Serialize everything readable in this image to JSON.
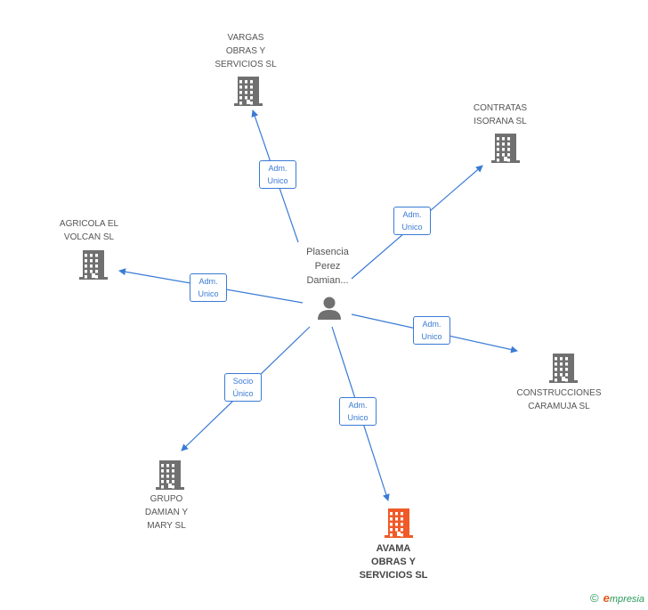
{
  "center": {
    "name": "Plasencia\nPerez\nDamian...",
    "icon": "person-icon"
  },
  "companies": [
    {
      "id": "vargas",
      "name": "VARGAS\nOBRAS Y\nSERVICIOS SL",
      "highlight": false,
      "icon": "building-icon"
    },
    {
      "id": "contratas",
      "name": "CONTRATAS\nISORANA SL",
      "highlight": false,
      "icon": "building-icon"
    },
    {
      "id": "agricola",
      "name": "AGRICOLA EL\nVOLCAN SL",
      "highlight": false,
      "icon": "building-icon"
    },
    {
      "id": "construcciones",
      "name": "CONSTRUCCIONES\nCARAMUJA SL",
      "highlight": false,
      "icon": "building-icon"
    },
    {
      "id": "grupo",
      "name": "GRUPO\nDAMIAN Y\nMARY SL",
      "highlight": false,
      "icon": "building-icon"
    },
    {
      "id": "avama",
      "name": "AVAMA\nOBRAS Y\nSERVICIOS SL",
      "highlight": true,
      "icon": "building-icon"
    }
  ],
  "relations": [
    {
      "target": "vargas",
      "line1": "Adm.",
      "line2": "Unico"
    },
    {
      "target": "contratas",
      "line1": "Adm.",
      "line2": "Unico"
    },
    {
      "target": "agricola",
      "line1": "Adm.",
      "line2": "Unico"
    },
    {
      "target": "construcciones",
      "line1": "Adm.",
      "line2": "Unico"
    },
    {
      "target": "grupo",
      "line1": "Socio",
      "line2": "Único"
    },
    {
      "target": "avama",
      "line1": "Adm.",
      "line2": "Unico"
    }
  ],
  "colors": {
    "edge": "#3a7bd5",
    "building": "#707070",
    "highlight": "#f05a28",
    "person": "#707070"
  },
  "footer": {
    "copyright": "©",
    "brand_initial": "e",
    "brand_rest": "mpresia"
  }
}
